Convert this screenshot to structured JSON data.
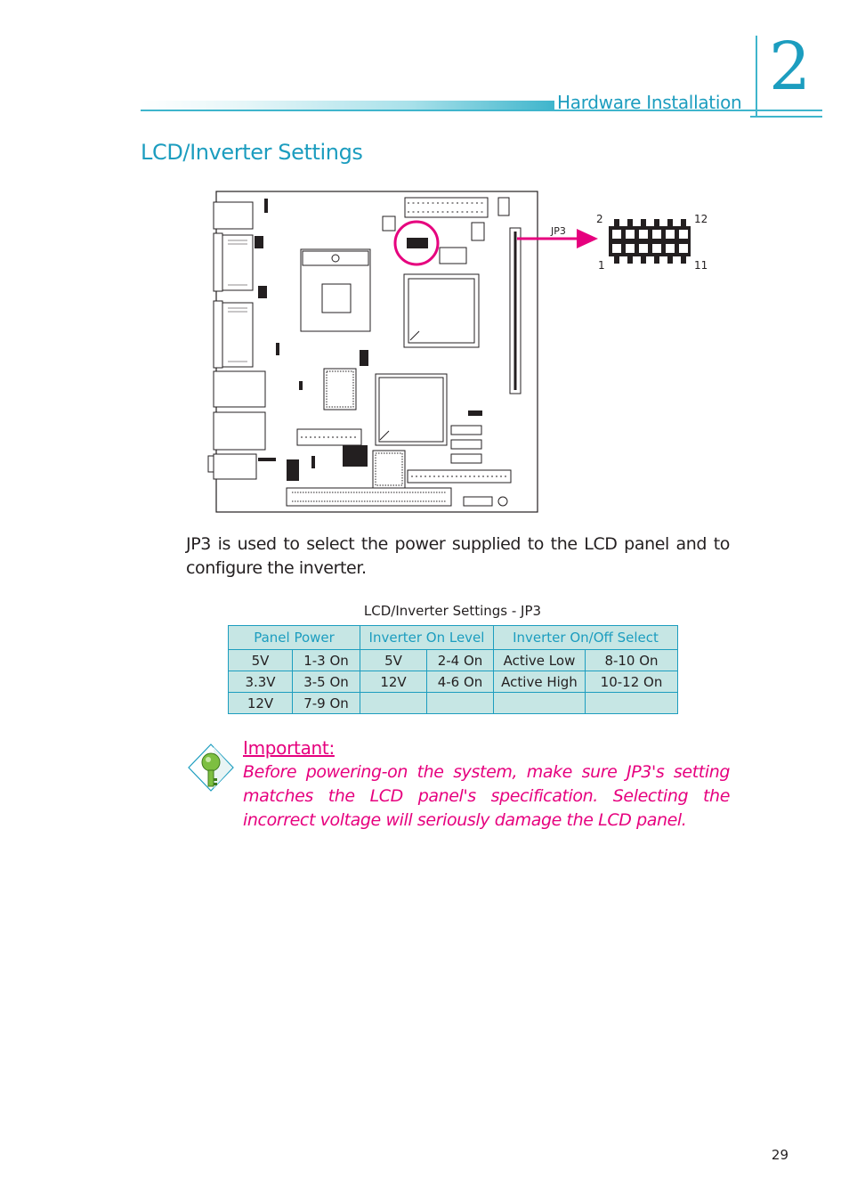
{
  "header": {
    "section_title": "Hardware Installation",
    "chapter_number": "2"
  },
  "title": "LCD/Inverter Settings",
  "diagram": {
    "jumper_label": "JP3",
    "pin_labels": {
      "top_left": "2",
      "top_right": "12",
      "bottom_left": "1",
      "bottom_right": "11"
    },
    "colors": {
      "highlight": "#e6007e",
      "board_outline": "#231f20"
    }
  },
  "body_text": "JP3 is used to select the power supplied to the LCD panel and to configure the inverter.",
  "table": {
    "caption": "LCD/Inverter  Settings  -  JP3",
    "headers": [
      "Panel  Power",
      "Inverter  On  Level",
      "Inverter  On/Off  Select"
    ],
    "rows": [
      [
        "5V",
        "1-3  On",
        "5V",
        "2-4  On",
        "Active  Low",
        "8-10  On"
      ],
      [
        "3.3V",
        "3-5  On",
        "12V",
        "4-6  On",
        "Active  High",
        "10-12  On"
      ],
      [
        "12V",
        "7-9  On",
        "",
        "",
        "",
        ""
      ]
    ],
    "colors": {
      "cell_bg": "#c6e6e4",
      "header_text": "#1c9dbf",
      "border": "#1c9dbf"
    }
  },
  "note": {
    "title": "Important:",
    "text": "Before powering-on the system, make sure JP3's setting matches the LCD panel's specification. Selecting the incorrect voltage will seriously damage the LCD panel.",
    "icon": "key-icon",
    "color": "#e6007e"
  },
  "page_number": "29",
  "theme": {
    "accent": "#1c9dbf",
    "accent_light": "#3fb5cc"
  }
}
